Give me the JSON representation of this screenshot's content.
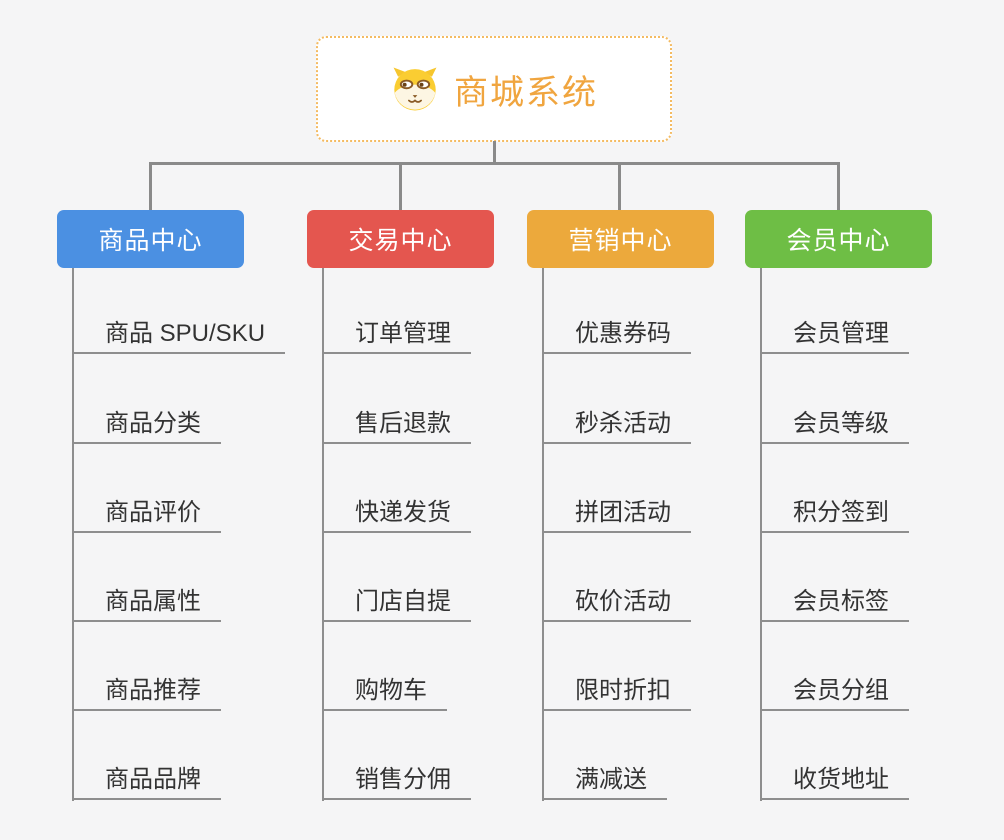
{
  "canvas": {
    "background_color": "#F5F5F6",
    "connector_color": "#8A8A8A",
    "spine_color": "#8E8E8E",
    "topic_text_color": "#333333"
  },
  "root": {
    "title": "商城系统",
    "icon": "dog-face-icon",
    "text_color": "#F0A53F",
    "border_color": "#F4BB62",
    "background_color": "#FFFFFF"
  },
  "branches": [
    {
      "label": "商品中心",
      "color": "#4B90E2",
      "items": [
        "商品 SPU/SKU",
        "商品分类",
        "商品评价",
        "商品属性",
        "商品推荐",
        "商品品牌"
      ]
    },
    {
      "label": "交易中心",
      "color": "#E4564F",
      "items": [
        "订单管理",
        "售后退款",
        "快递发货",
        "门店自提",
        "购物车",
        "销售分佣"
      ]
    },
    {
      "label": "营销中心",
      "color": "#ECA93C",
      "items": [
        "优惠券码",
        "秒杀活动",
        "拼团活动",
        "砍价活动",
        "限时折扣",
        "满减送"
      ]
    },
    {
      "label": "会员中心",
      "color": "#6EBE45",
      "items": [
        "会员管理",
        "会员等级",
        "积分签到",
        "会员标签",
        "会员分组",
        "收货地址"
      ]
    }
  ]
}
